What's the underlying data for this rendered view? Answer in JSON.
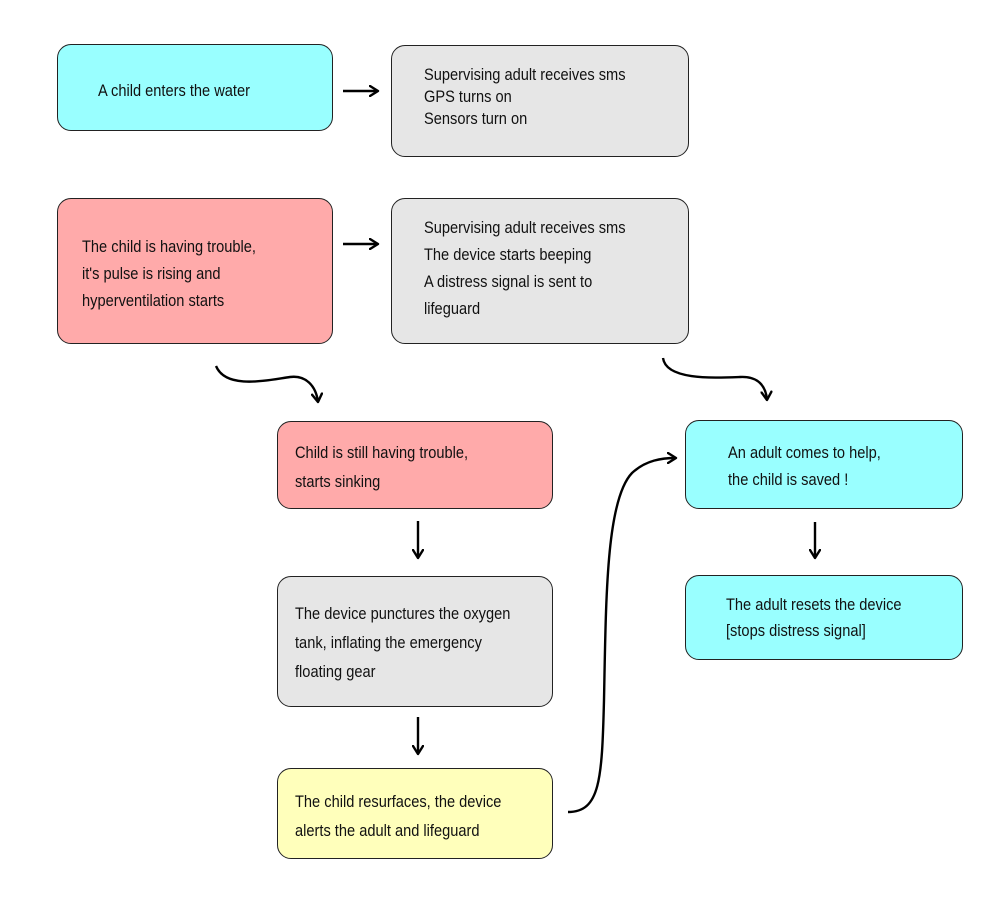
{
  "boxes": {
    "enter": {
      "lines": [
        "A child enters the water"
      ],
      "fill": "#99ffff"
    },
    "sms1": {
      "lines": [
        "Supervising adult receives sms",
        "GPS turns on",
        "Sensors turn on"
      ],
      "fill": "#e6e6e6"
    },
    "trouble": {
      "lines": [
        "The child is having trouble,",
        "it's pulse is rising and",
        "hyperventilation starts"
      ],
      "fill": "#ffaaaa"
    },
    "sms2": {
      "lines": [
        "Supervising adult receives sms",
        "The device starts beeping",
        "A distress signal is sent to",
        "lifeguard"
      ],
      "fill": "#e6e6e6"
    },
    "sinking": {
      "lines": [
        "Child is still having trouble,",
        "starts sinking"
      ],
      "fill": "#ffaaaa"
    },
    "puncture": {
      "lines": [
        "The device punctures the oxygen",
        "tank, inflating the emergency",
        "floating gear"
      ],
      "fill": "#e6e6e6"
    },
    "resurface": {
      "lines": [
        "The child resurfaces, the device",
        "alerts the adult and lifeguard"
      ],
      "fill": "#ffffbb"
    },
    "help": {
      "lines": [
        "An adult comes to help,",
        "the child is saved !"
      ],
      "fill": "#99ffff"
    },
    "reset": {
      "lines": [
        "The adult resets the device",
        "[stops distress signal]"
      ],
      "fill": "#99ffff"
    }
  },
  "connections": [
    {
      "from": "enter",
      "to": "sms1",
      "style": "straight"
    },
    {
      "from": "trouble",
      "to": "sms2",
      "style": "straight"
    },
    {
      "from": "trouble",
      "to": "sinking",
      "style": "curved"
    },
    {
      "from": "sms2",
      "to": "help",
      "style": "curved"
    },
    {
      "from": "sinking",
      "to": "puncture",
      "style": "straight"
    },
    {
      "from": "puncture",
      "to": "resurface",
      "style": "straight"
    },
    {
      "from": "resurface",
      "to": "help",
      "style": "curved"
    },
    {
      "from": "help",
      "to": "reset",
      "style": "straight"
    }
  ]
}
